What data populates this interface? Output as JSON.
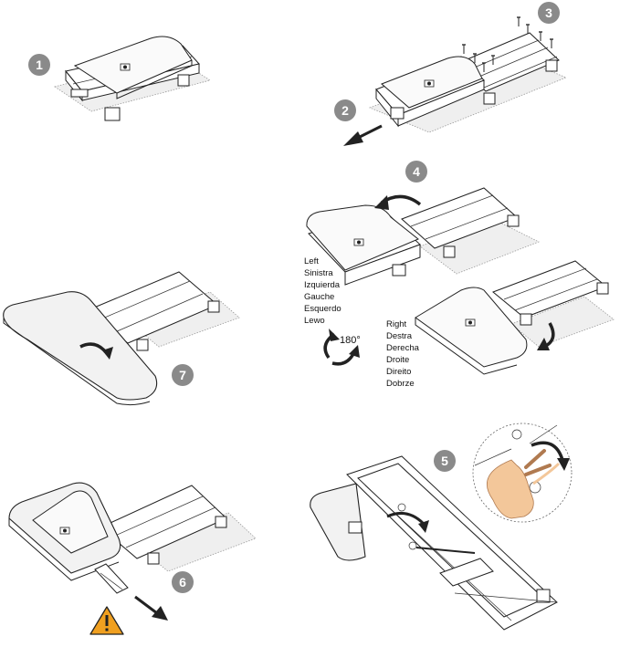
{
  "steps": [
    {
      "number": "1"
    },
    {
      "number": "2"
    },
    {
      "number": "3"
    },
    {
      "number": "4"
    },
    {
      "number": "5"
    },
    {
      "number": "6"
    },
    {
      "number": "7"
    }
  ],
  "left_labels": [
    "Left",
    "Sinistra",
    "Izquierda",
    "Gauche",
    "Esquerdo",
    "Lewo"
  ],
  "right_labels": [
    "Right",
    "Destra",
    "Derecha",
    "Droite",
    "Direito",
    "Dobrze"
  ],
  "rotation_label": "180°",
  "colors": {
    "step_badge": "#8a8a8a",
    "warning_fill": "#f0a020",
    "skin": "#f3c79a",
    "line": "#222222"
  },
  "icons": [
    "warning-icon",
    "curved-arrow-icon",
    "straight-arrow-icon",
    "screw-icon"
  ]
}
